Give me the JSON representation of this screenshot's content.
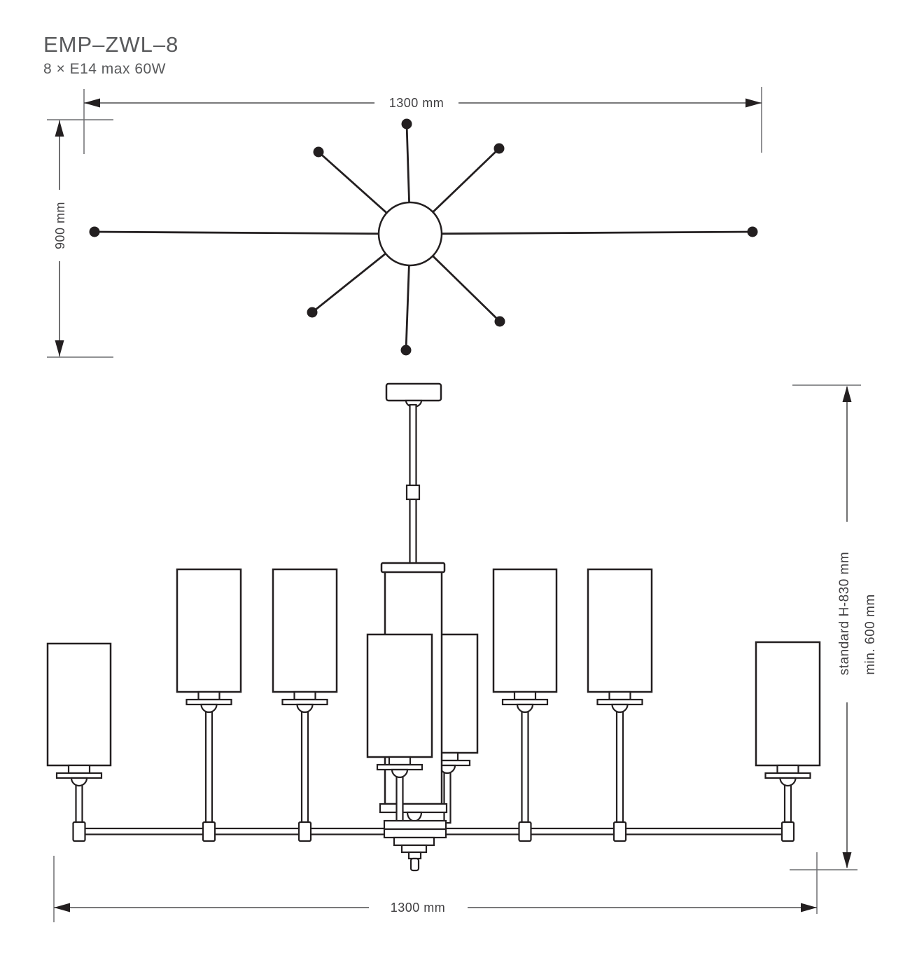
{
  "header": {
    "model": "EMP–ZWL–8",
    "lamping": "8 × E14 max 60W"
  },
  "plan_view": {
    "width_label": "1300 mm",
    "depth_label": "900 mm",
    "arm_count": 8
  },
  "side_view": {
    "height_standard_label": "standard H-830 mm",
    "height_min_label": "min. 600 mm",
    "width_label": "1300 mm",
    "shade_count": 8
  },
  "colors": {
    "line": "#231f20",
    "dimension": "#4d4d4f",
    "text": "#58595b",
    "background": "#ffffff"
  }
}
